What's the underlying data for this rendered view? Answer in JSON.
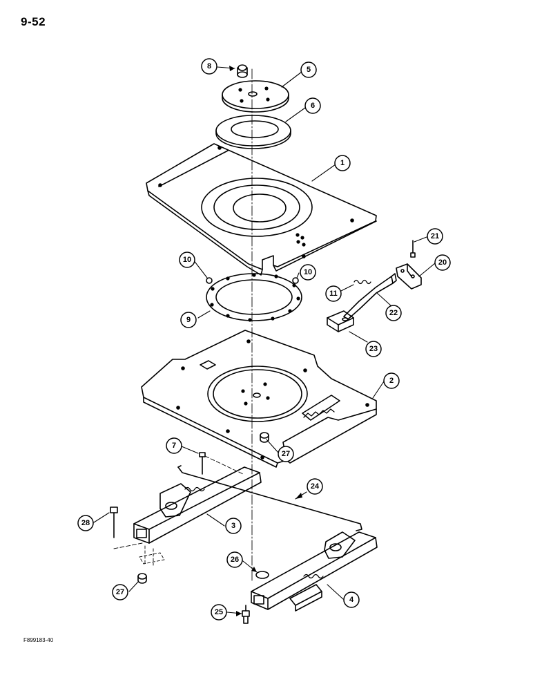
{
  "page": {
    "number": "9-52",
    "figure_code": "F899183-40"
  },
  "callouts": [
    {
      "id": "8",
      "label": "8"
    },
    {
      "id": "5",
      "label": "5"
    },
    {
      "id": "6",
      "label": "6"
    },
    {
      "id": "1",
      "label": "1"
    },
    {
      "id": "21",
      "label": "21"
    },
    {
      "id": "20",
      "label": "20"
    },
    {
      "id": "10a",
      "label": "10"
    },
    {
      "id": "10b",
      "label": "10"
    },
    {
      "id": "11",
      "label": "11"
    },
    {
      "id": "22",
      "label": "22"
    },
    {
      "id": "9",
      "label": "9"
    },
    {
      "id": "23",
      "label": "23"
    },
    {
      "id": "2",
      "label": "2"
    },
    {
      "id": "7",
      "label": "7"
    },
    {
      "id": "27a",
      "label": "27"
    },
    {
      "id": "24",
      "label": "24"
    },
    {
      "id": "28",
      "label": "28"
    },
    {
      "id": "3",
      "label": "3"
    },
    {
      "id": "26",
      "label": "26"
    },
    {
      "id": "27b",
      "label": "27"
    },
    {
      "id": "4",
      "label": "4"
    },
    {
      "id": "25",
      "label": "25"
    }
  ]
}
